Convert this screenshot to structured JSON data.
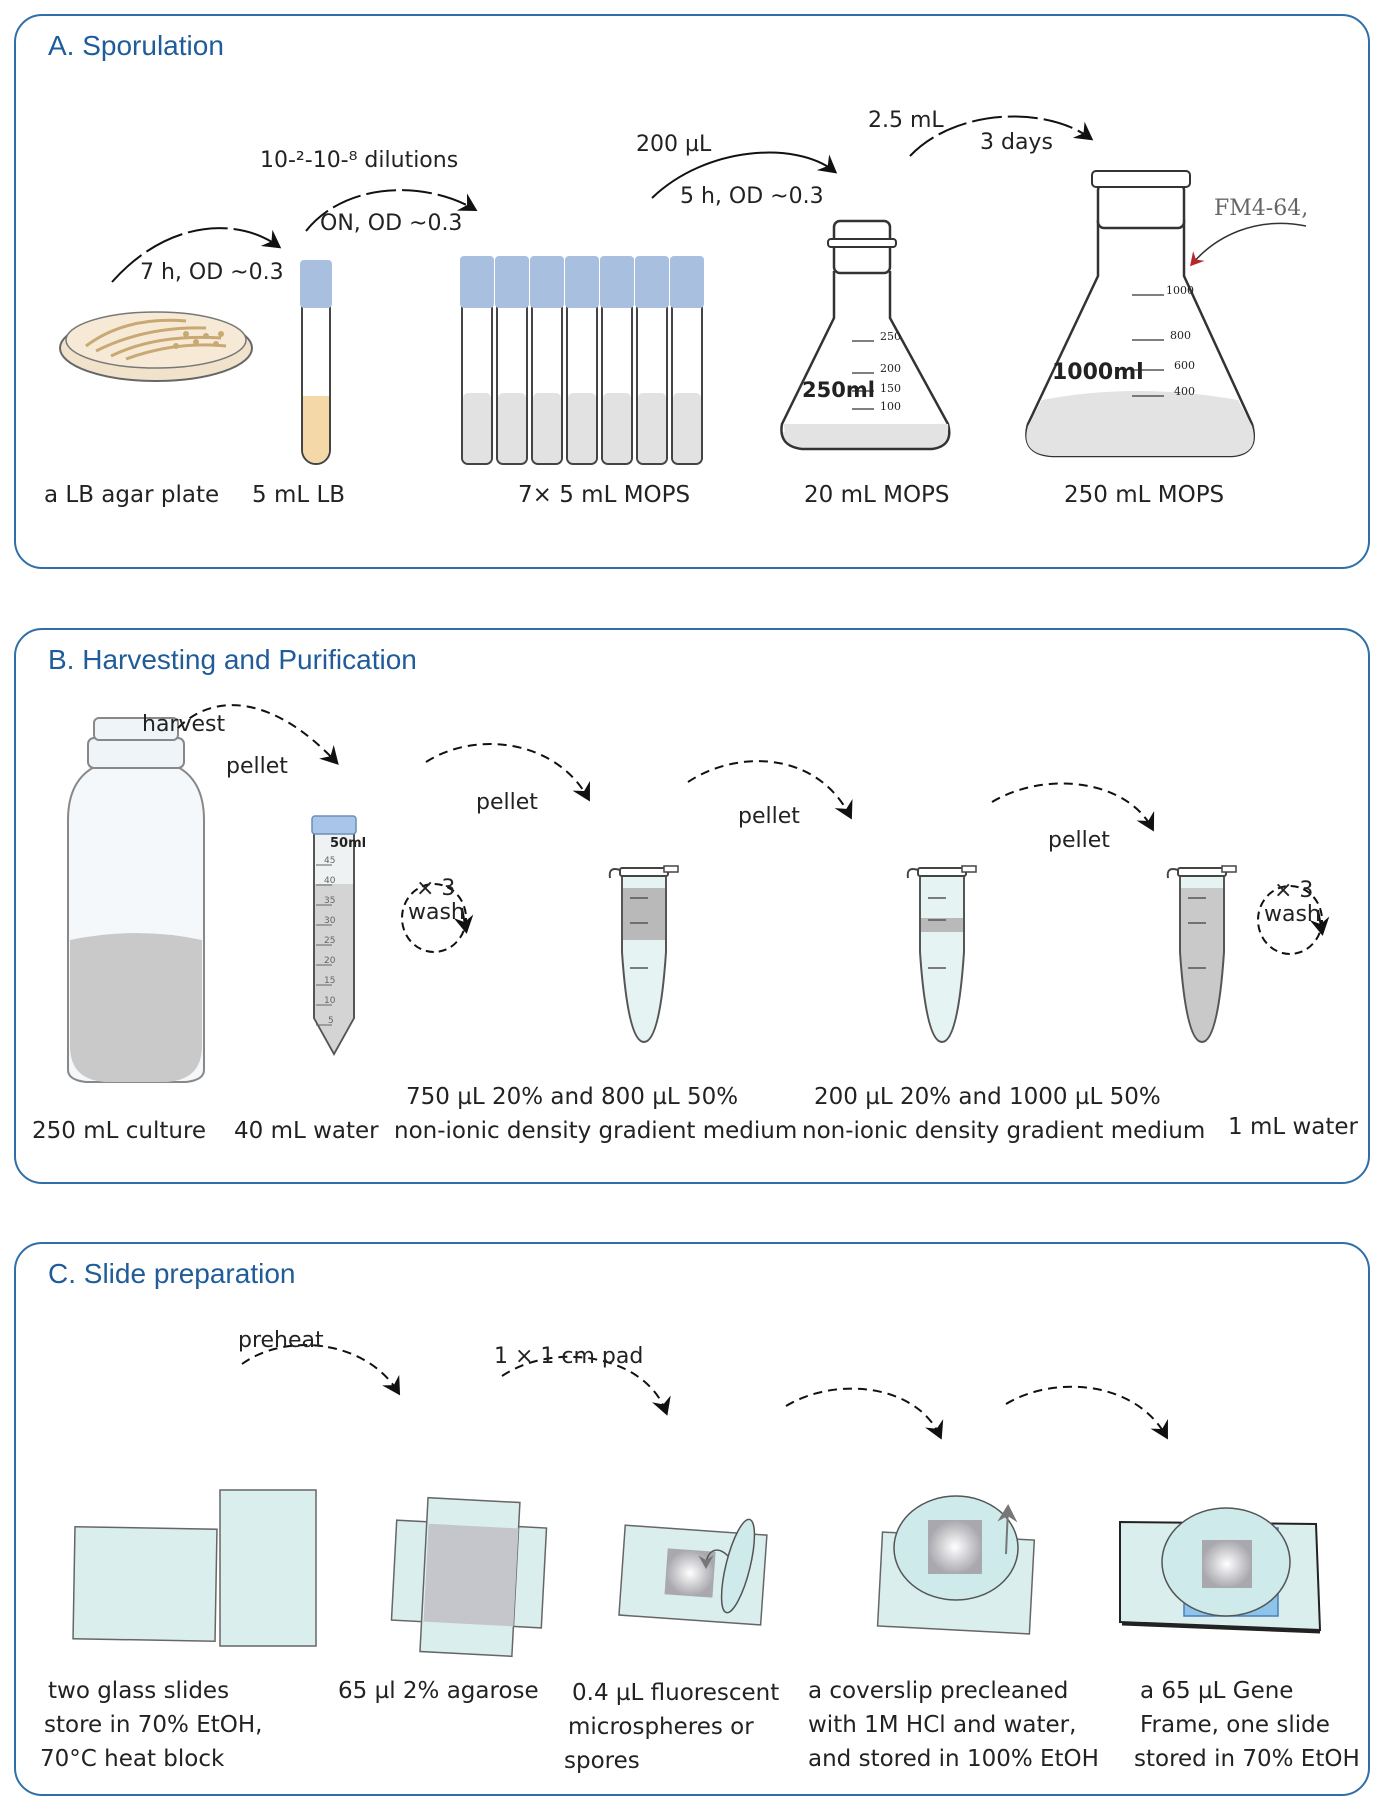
{
  "panels": {
    "a": {
      "title": "A. Sporulation",
      "annotations": {
        "step1": "7 h, OD ~0.3",
        "step2_top": "10-²-10-⁸ dilutions",
        "step2_bottom": "ON, OD ~0.3",
        "step3_top": "200 µL",
        "step3_bottom": "5 h, OD ~0.3",
        "step4_top": "2.5 mL",
        "step4_bottom": "3 days",
        "dye": "FM4-64,"
      },
      "flask_small": {
        "volume": "250ml",
        "marks": [
          "250",
          "200",
          "150",
          "100"
        ]
      },
      "flask_large": {
        "volume": "1000ml",
        "marks": [
          "1000",
          "800",
          "600",
          "400"
        ]
      },
      "labels": {
        "plate": "a LB agar plate",
        "tube": "5 mL LB",
        "tubes": "7× 5 mL MOPS",
        "flask_small": "20 mL MOPS",
        "flask_large": "250 mL MOPS"
      }
    },
    "b": {
      "title": "B. Harvesting and Purification",
      "annotations": {
        "harvest": "harvest",
        "pellet1": "pellet",
        "pellet2": "pellet",
        "pellet3": "pellet",
        "pellet4": "pellet",
        "wash1_count": "× 3",
        "wash1_word": "wash",
        "wash2_count": "× 3",
        "wash2_word": "wash"
      },
      "falcon": {
        "volume": "50ml",
        "marks": [
          "45",
          "40",
          "35",
          "30",
          "25",
          "20",
          "15",
          "10",
          "5"
        ]
      },
      "labels": {
        "bottle": "250 mL culture",
        "falcon": "40 mL water",
        "tube1_line1": "750 µL 20% and 800  µL 50%",
        "tube1_line2": "non-ionic density gradient medium",
        "tube2_line1": "200 µL 20% and 1000  µL 50%",
        "tube2_line2": "non-ionic density gradient medium",
        "tube3": "1 mL water"
      }
    },
    "c": {
      "title": "C. Slide preparation",
      "annotations": {
        "preheat": "preheat",
        "pad": "1 × 1 cm  pad"
      },
      "labels": {
        "s1_line1": "two glass slides",
        "s1_line2": "store in 70% EtOH,",
        "s1_line3": "70°C heat block",
        "s2_line1": "65 µl 2%  agarose",
        "s3_line1": "0.4 µL fluorescent",
        "s3_line2": "microspheres or",
        "s3_line3": "spores",
        "s4_line1": "a coverslip precleaned",
        "s4_line2": "with 1M HCl and water,",
        "s4_line3": "and stored in 100% EtOH",
        "s5_line1": "a 65 µL Gene",
        "s5_line2": "Frame, one slide",
        "s5_line3": "stored in 70% EtOH"
      }
    }
  },
  "colors": {
    "frame": "#2f6fa8",
    "title": "#1f5c99",
    "cap": "#a9bfe0",
    "glass": "#d8ecec",
    "liquid": "#d2d2d2",
    "lb": "#f5d8a8",
    "arrow_red": "#b8262d"
  }
}
